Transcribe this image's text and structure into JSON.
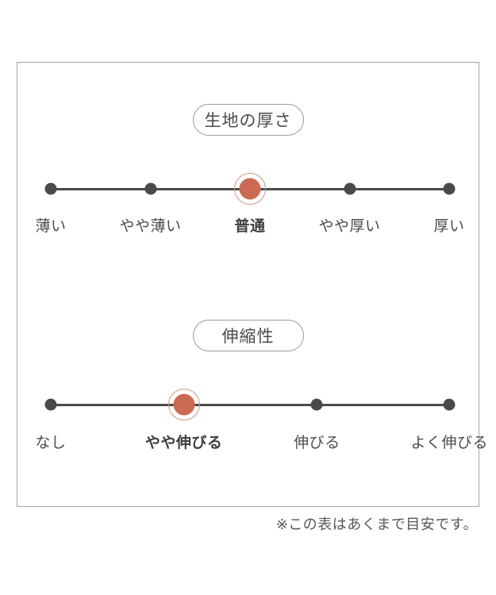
{
  "chart_data": [
    {
      "type": "scale",
      "title": "生地の厚さ",
      "categories": [
        "薄い",
        "やや薄い",
        "普通",
        "やや厚い",
        "厚い"
      ],
      "num_levels": 5,
      "selected": "普通",
      "selected_index": 2
    },
    {
      "type": "scale",
      "title": "伸縮性",
      "categories": [
        "なし",
        "やや伸びる",
        "伸びる",
        "よく伸びる"
      ],
      "num_levels": 4,
      "selected": "やや伸びる",
      "selected_index": 1
    }
  ],
  "footer": {
    "note": "※この表はあくまで目安です。"
  },
  "colors": {
    "accent": "#cb6a52",
    "accent_ring": "#d29480",
    "line": "#4a4a4a",
    "text": "#4a4a4a",
    "frame_border": "#a6a6a6",
    "background": "#ffffff"
  }
}
